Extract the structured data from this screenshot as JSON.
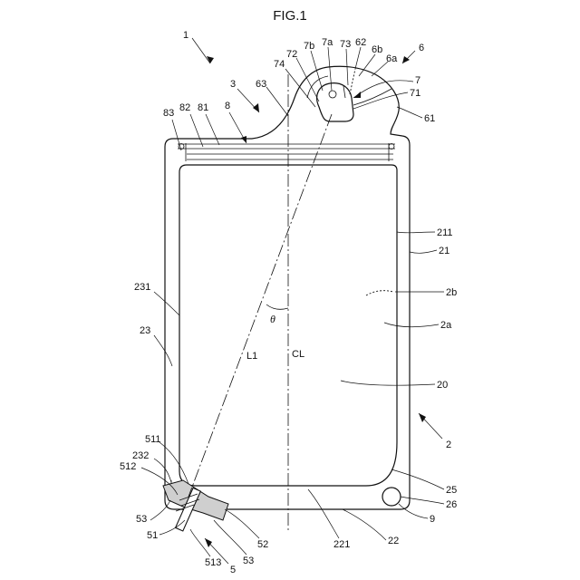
{
  "figure": {
    "title": "FIG.1",
    "labels": {
      "n1": "1",
      "n2": "2",
      "n2a": "2a",
      "n2b": "2b",
      "n3": "3",
      "n5": "5",
      "n6": "6",
      "n6a": "6a",
      "n6b": "6b",
      "n7": "7",
      "n7a": "7a",
      "n7b": "7b",
      "n8": "8",
      "n9": "9",
      "n20": "20",
      "n21": "21",
      "n22": "22",
      "n23": "23",
      "n25": "25",
      "n26": "26",
      "n51": "51",
      "n52": "52",
      "n53a": "53",
      "n53b": "53",
      "n61": "61",
      "n62": "62",
      "n63": "63",
      "n71": "71",
      "n72": "72",
      "n73": "73",
      "n74": "74",
      "n81": "81",
      "n82": "82",
      "n83": "83",
      "n211": "211",
      "n221": "221",
      "n231": "231",
      "n232": "232",
      "n511": "511",
      "n512": "512",
      "n513": "513",
      "L1": "L1",
      "CL": "CL",
      "theta": "θ"
    }
  }
}
